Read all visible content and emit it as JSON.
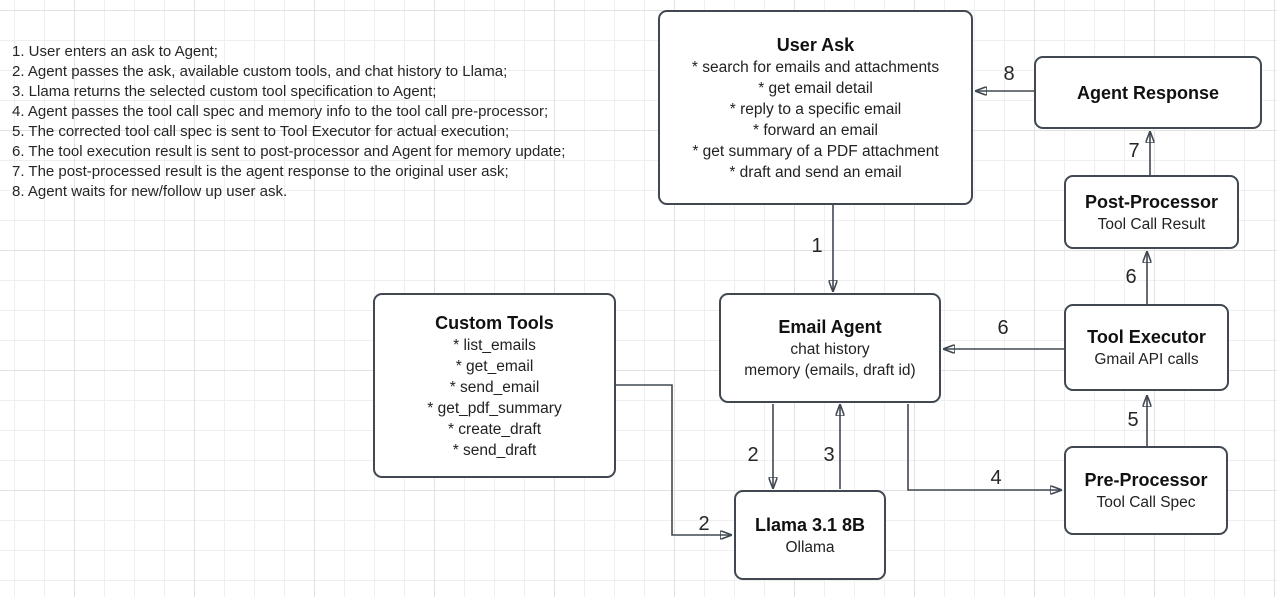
{
  "diagram": {
    "steps": [
      "1. User enters an ask to Agent;",
      "2. Agent passes the ask, available custom tools, and chat history to Llama;",
      "3. Llama returns the selected custom tool specification to Agent;",
      "4. Agent passes the tool call spec and memory info to the tool call pre-processor;",
      "5. The corrected tool call spec is sent to Tool Executor for actual execution;",
      "6. The tool execution result is sent to post-processor and Agent for memory update;",
      "7. The post-processed result is the agent response to the original user ask;",
      "8. Agent waits for new/follow up user ask."
    ],
    "nodes": {
      "user_ask": {
        "title": "User Ask",
        "items": [
          "* search for emails and attachments",
          "* get email detail",
          "* reply to a specific email",
          "* forward an email",
          "* get summary of a PDF attachment",
          "* draft and send an email"
        ]
      },
      "agent_response": {
        "title": "Agent Response"
      },
      "post_processor": {
        "title": "Post-Processor",
        "subtitle": "Tool Call Result"
      },
      "tool_executor": {
        "title": "Tool Executor",
        "subtitle": "Gmail API calls"
      },
      "pre_processor": {
        "title": "Pre-Processor",
        "subtitle": "Tool Call Spec"
      },
      "email_agent": {
        "title": "Email Agent",
        "line1": "chat history",
        "line2": "memory (emails, draft id)"
      },
      "custom_tools": {
        "title": "Custom Tools",
        "items": [
          "* list_emails",
          "* get_email",
          "* send_email",
          "* get_pdf_summary",
          "* create_draft",
          "* send_draft"
        ]
      },
      "llama": {
        "title": "Llama 3.1 8B",
        "subtitle": "Ollama"
      }
    },
    "edge_labels": {
      "e1": "1",
      "e2a": "2",
      "e2b": "2",
      "e3": "3",
      "e4": "4",
      "e5": "5",
      "e6a": "6",
      "e6b": "6",
      "e7": "7",
      "e8": "8"
    },
    "colors": {
      "stroke": "#414852",
      "grid_minor": "#efefef",
      "grid_major": "#e2e2e2",
      "background": "#ffffff",
      "text": "#262626"
    }
  }
}
